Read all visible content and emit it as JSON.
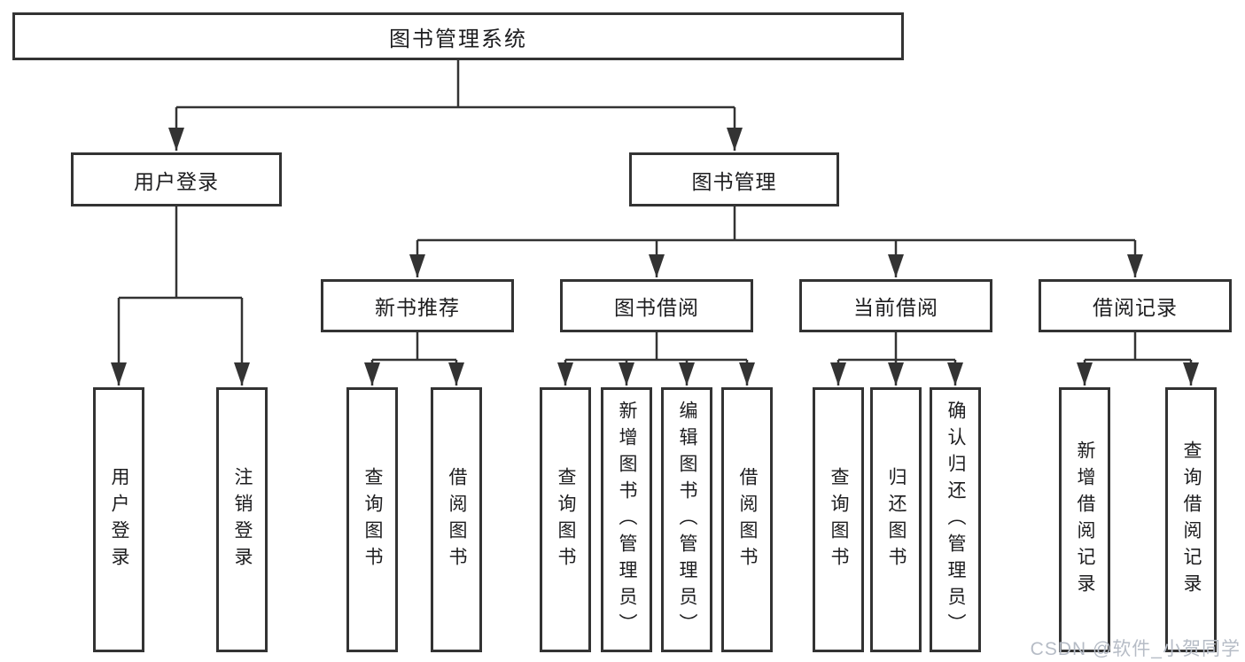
{
  "diagram": {
    "root": {
      "label": "图书管理系统"
    },
    "branches": [
      {
        "label": "用户登录",
        "children": [
          {
            "label": "用户登录"
          },
          {
            "label": "注销登录"
          }
        ]
      },
      {
        "label": "图书管理",
        "children": [
          {
            "label": "新书推荐",
            "children": [
              {
                "label": "查询图书"
              },
              {
                "label": "借阅图书"
              }
            ]
          },
          {
            "label": "图书借阅",
            "children": [
              {
                "label": "查询图书"
              },
              {
                "label": "新增图书（管理员）"
              },
              {
                "label": "编辑图书（管理员）"
              },
              {
                "label": "借阅图书"
              }
            ]
          },
          {
            "label": "当前借阅",
            "children": [
              {
                "label": "查询图书"
              },
              {
                "label": "归还图书"
              },
              {
                "label": "确认归还（管理员）"
              }
            ]
          },
          {
            "label": "借阅记录",
            "children": [
              {
                "label": "新增借阅记录"
              },
              {
                "label": "查询借阅记录"
              }
            ]
          }
        ]
      }
    ]
  },
  "watermark": {
    "text": "CSDN @软件_小贺同学"
  },
  "colors": {
    "line": "#333333",
    "text": "#1d1d1f",
    "box_background": "#ffffff",
    "watermark": "#b6bcc6"
  }
}
